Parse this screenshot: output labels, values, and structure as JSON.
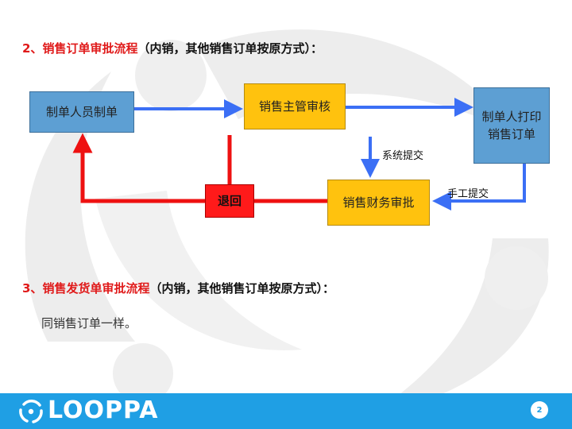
{
  "section1": {
    "number": "2、",
    "title": "销售订单审批流程",
    "note": "（内销，其他销售订单按原方式）："
  },
  "flow": {
    "staff_box": "制单人员制单",
    "supervisor_box": "销售主管审核",
    "print_box_line1": "制单人打印",
    "print_box_line2": "销售订单",
    "finance_box": "销售财务审批",
    "reject_box": "退回",
    "system_submit": "系统提交",
    "manual_submit": "手工提交"
  },
  "section2": {
    "number": "3、",
    "title": "销售发货单审批流程",
    "note": "（内销，其他销售订单按原方式）：",
    "body": "同销售订单一样。"
  },
  "footer": {
    "logo": "LOOPPA",
    "page_number": "2"
  },
  "colors": {
    "accent_red": "#e01a1a",
    "box_blue": "#5d9fd3",
    "box_yellow": "#ffc20e",
    "arrow_blue": "#3b6ff5",
    "arrow_red": "#ee1111",
    "footer_blue": "#1f9fe4"
  }
}
